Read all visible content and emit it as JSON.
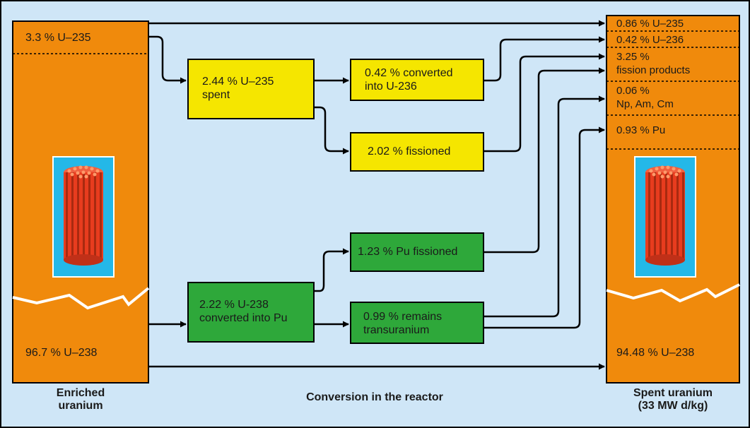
{
  "enriched": {
    "u235": "3.3 % U–235",
    "u238": "96.7 % U–238",
    "caption_line1": "Enriched",
    "caption_line2": "uranium"
  },
  "reactor": {
    "caption": "Conversion in the reactor",
    "u235_spent": [
      "2.44 % U–235",
      "spent"
    ],
    "converted_u236": [
      "0.42 % converted",
      "into U-236"
    ],
    "fissioned": "2.02 % fissioned",
    "pu_fissioned": "1.23 % Pu fissioned",
    "u238_converted": [
      "2.22 % U-238",
      "converted into Pu"
    ],
    "remains_transuranium": [
      "0.99 % remains",
      "transuranium"
    ]
  },
  "spent": {
    "u235": "0.86 % U–235",
    "u236": "0.42 % U–236",
    "fission_products": [
      "3.25 %",
      "fission products"
    ],
    "np_am_cm": [
      "0.06 %",
      "Np, Am, Cm"
    ],
    "pu": "0.93 % Pu",
    "u238": "94.48 % U–238",
    "caption_line1": "Spent uranium",
    "caption_line2": "(33 MW d/kg)"
  },
  "colors": {
    "background": "#cfe6f7",
    "orange": "#f08a0c",
    "yellow": "#f5e600",
    "green": "#2ea83a",
    "water": "#24b8e8",
    "rod": "#e83c1e"
  }
}
